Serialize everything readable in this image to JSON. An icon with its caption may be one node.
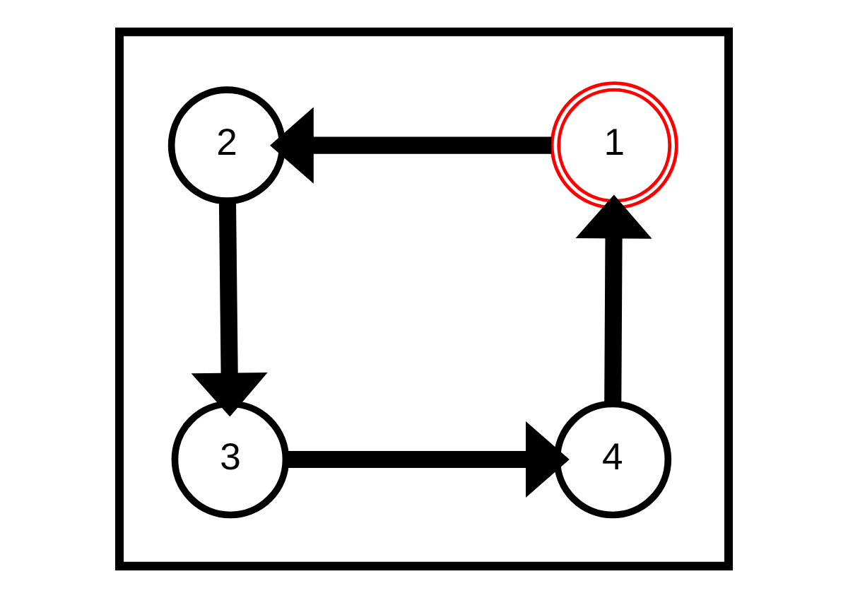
{
  "diagram": {
    "nodes": [
      {
        "text": [],
        "shape": "box"
      },
      {
        "text": [
          "2"
        ],
        "in": 0
      },
      {
        "text": [
          "1"
        ],
        "in": 0
      },
      {
        "text": [
          "3"
        ],
        "in": 0
      },
      {
        "text": [
          "4"
        ],
        "in": 0
      }
    ],
    "edges": [
      {
        "from": 2,
        "to": 1,
        "arrow": "to"
      },
      {
        "from": 1,
        "to": 3,
        "arrow": "to"
      },
      {
        "from": 3,
        "to": 4,
        "arrow": "to"
      },
      {
        "from": 4,
        "to": 2,
        "arrow": "to"
      }
    ]
  }
}
